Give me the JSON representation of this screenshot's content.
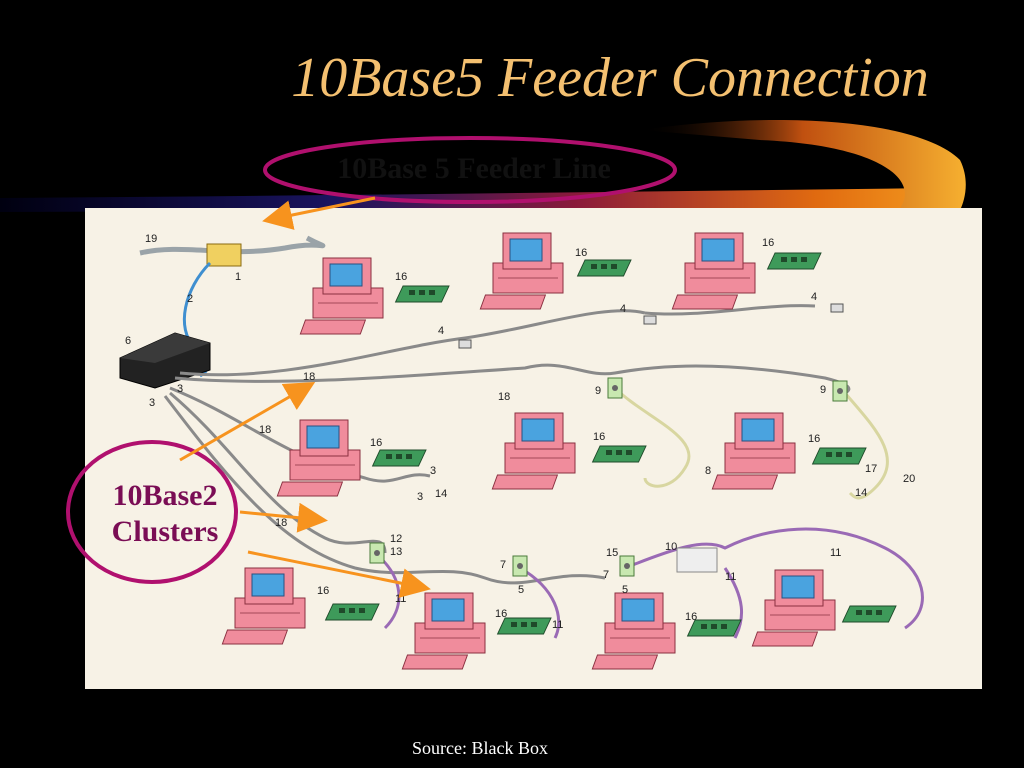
{
  "slide": {
    "title": "10Base5 Feeder Connection",
    "source": "Source: Black Box"
  },
  "callouts": {
    "feeder_line": "10Base 5 Feeder Line",
    "clusters_line1": "10Base2",
    "clusters_line2": "Clusters"
  },
  "diagram": {
    "labels": {
      "l19": "19",
      "l1": "1",
      "l2": "2",
      "l6": "6",
      "l3a": "3",
      "l3b": "3",
      "l18a": "18",
      "l18b": "18",
      "l18c": "18",
      "l18d": "18",
      "l16a": "16",
      "l16b": "16",
      "l16c": "16",
      "l16d": "16",
      "l16e": "16",
      "l16f": "16",
      "l16g": "16",
      "l16h": "16",
      "l16i": "16",
      "l4a": "4",
      "l4b": "4",
      "l4c": "4",
      "l9a": "9",
      "l9b": "9",
      "l3c": "3",
      "l3d": "3",
      "l14a": "14",
      "l14b": "14",
      "l8": "8",
      "l17": "17",
      "l20": "20",
      "l12": "12",
      "l13": "13",
      "l11a": "11",
      "l11b": "11",
      "l11c": "11",
      "l11d": "11",
      "l7a": "7",
      "l5a": "5",
      "l15": "15",
      "l7b": "7",
      "l5b": "5",
      "l10": "10"
    }
  },
  "colors": {
    "background": "#000000",
    "title": "#f4c070",
    "callout_ellipse": "#b0106e",
    "arrow": "#f7931e",
    "computer": "#f08c9c",
    "monitor_screen": "#4aa3df",
    "nic_card": "#3e9a5a",
    "feeder_cable": "#9aa3a8",
    "thin_cable": "#8a8a8a",
    "purple_cable": "#9a6ab5",
    "blue_cable": "#3f8fd0",
    "yellow_cable": "#d8d6a0"
  }
}
